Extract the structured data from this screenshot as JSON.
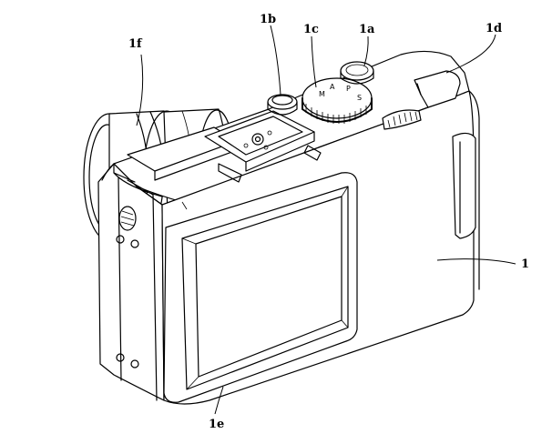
{
  "figure": {
    "labels": {
      "a": "1a",
      "b": "1b",
      "c": "1c",
      "d": "1d",
      "e": "1e",
      "f": "1f",
      "body": "1"
    }
  }
}
